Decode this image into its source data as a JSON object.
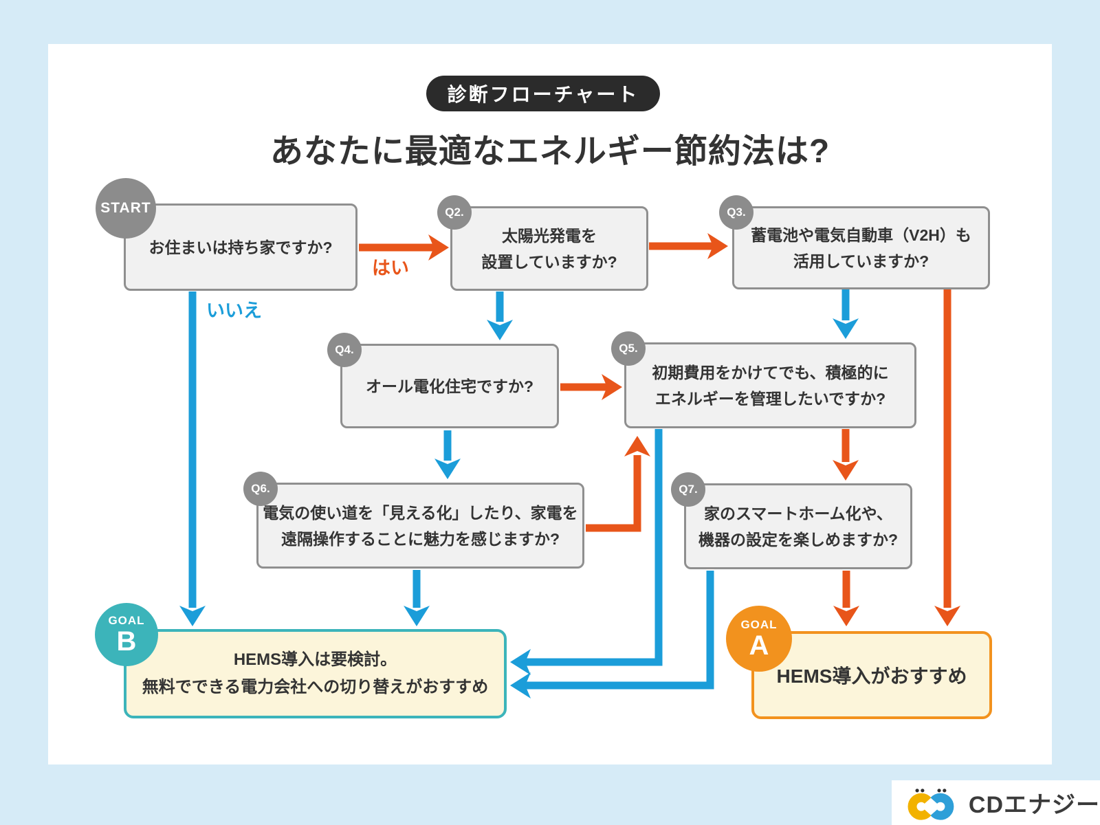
{
  "header": {
    "badge": "診断フローチャート",
    "title": "あなたに最適なエネルギー節約法は?"
  },
  "labels": {
    "yes": "はい",
    "no": "いいえ"
  },
  "nodes": {
    "start": {
      "badge": "START",
      "line1": "お住まいは持ち家ですか?"
    },
    "q2": {
      "badge": "Q2.",
      "line1": "太陽光発電を",
      "line2": "設置していますか?"
    },
    "q3": {
      "badge": "Q3.",
      "line1": "蓄電池や電気自動車（V2H）も",
      "line2": "活用していますか?"
    },
    "q4": {
      "badge": "Q4.",
      "line1": "オール電化住宅ですか?"
    },
    "q5": {
      "badge": "Q5.",
      "line1": "初期費用をかけてでも、積極的に",
      "line2": "エネルギーを管理したいですか?"
    },
    "q6": {
      "badge": "Q6.",
      "line1": "電気の使い道を「見える化」したり、家電を",
      "line2": "遠隔操作することに魅力を感じますか?"
    },
    "q7": {
      "badge": "Q7.",
      "line1": "家のスマートホーム化や、",
      "line2": "機器の設定を楽しめますか?"
    }
  },
  "goals": {
    "a": {
      "badge_top": "GOAL",
      "badge_letter": "A",
      "line1": "HEMS導入がおすすめ"
    },
    "b": {
      "badge_top": "GOAL",
      "badge_letter": "B",
      "line1": "HEMS導入は要検討。",
      "line2": "無料でできる電力会社への切り替えがおすすめ"
    }
  },
  "logo": {
    "text": "CDエナジー"
  },
  "colors": {
    "bg": "#D6EBF7",
    "pill": "#2B2B2B",
    "text": "#333333",
    "orange": "#E8551A",
    "blue": "#1B9DD9",
    "teal": "#3CB4BA",
    "goalOrange": "#F2921E",
    "gray": "#8C8C8C",
    "cream": "#FCF5DA",
    "boxFill": "#F1F1F1",
    "boxBorder": "#8F8F8F"
  }
}
